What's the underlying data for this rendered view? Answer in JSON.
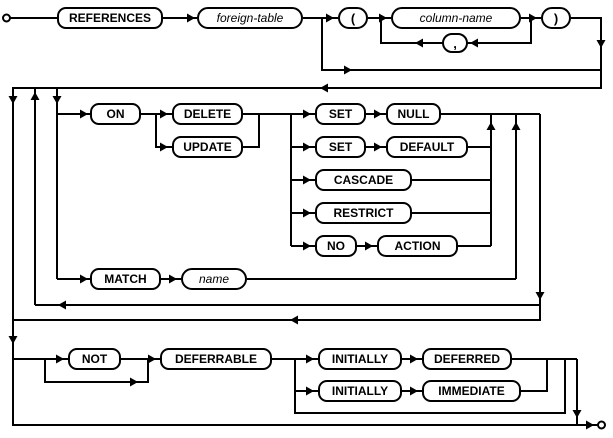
{
  "colors": {
    "line": "#000000",
    "box_border": "#000000",
    "box_fill": "#ffffff",
    "background": "#ffffff"
  },
  "nodes": {
    "references": "REFERENCES",
    "foreign_table": "foreign-table",
    "lparen": "(",
    "column_name": "column-name",
    "rparen": ")",
    "comma": ",",
    "on": "ON",
    "delete": "DELETE",
    "update": "UPDATE",
    "set1": "SET",
    "null": "NULL",
    "set2": "SET",
    "default": "DEFAULT",
    "cascade": "CASCADE",
    "restrict": "RESTRICT",
    "no": "NO",
    "action": "ACTION",
    "match": "MATCH",
    "name": "name",
    "not": "NOT",
    "deferrable": "DEFERRABLE",
    "initially1": "INITIALLY",
    "deferred": "DEFERRED",
    "initially2": "INITIALLY",
    "immediate": "IMMEDIATE"
  }
}
